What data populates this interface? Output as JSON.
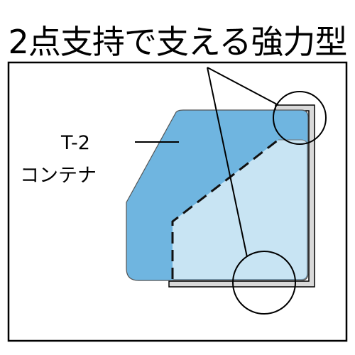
{
  "title": "2点支持で支える強力型",
  "labels": {
    "container_line1": "T-2",
    "container_line2": "コンテナ"
  },
  "colors": {
    "container_blue": "#6fb5e0",
    "container_light": "#c8e4f3",
    "frame_stroke": "#000000",
    "support_gray": "#d9d9d9"
  }
}
